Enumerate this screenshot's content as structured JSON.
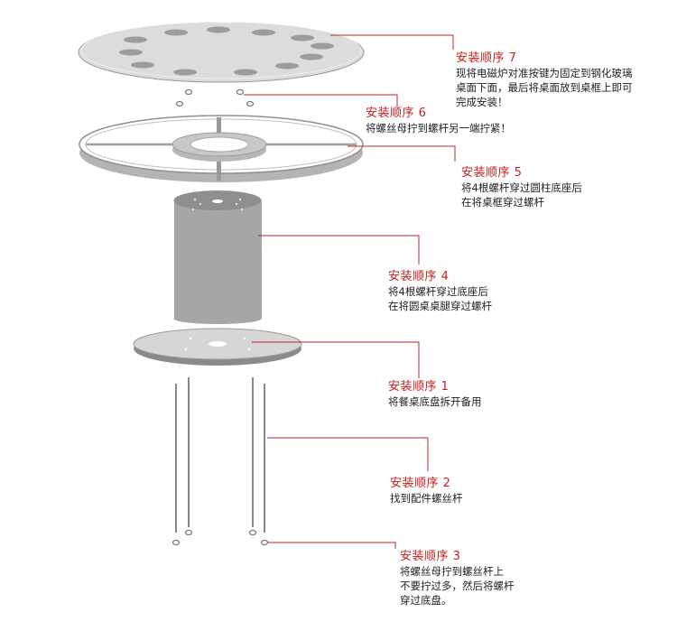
{
  "steps": [
    {
      "key": "s7",
      "title": "安装顺序 7",
      "body": "现将电磁炉对准按键为固定到钢化玻璃\n桌面下面，最后将桌面放到桌框上即可\n完成安装！"
    },
    {
      "key": "s6",
      "title": "安装顺序 6",
      "body": "将螺丝母拧到螺杆另一端拧紧！"
    },
    {
      "key": "s5",
      "title": "安装顺序 5",
      "body": "将4根螺杆穿过圆柱底座后\n在将桌框穿过螺杆"
    },
    {
      "key": "s4",
      "title": "安装顺序 4",
      "body": "将4根螺杆穿过底座后\n在将圆桌桌腿穿过螺杆"
    },
    {
      "key": "s1",
      "title": "安装顺序 1",
      "body": "将餐桌底盘拆开备用"
    },
    {
      "key": "s2",
      "title": "安装顺序 2",
      "body": "找到配件螺丝杆"
    },
    {
      "key": "s3",
      "title": "安装顺序 3",
      "body": "将螺丝母拧到螺丝杆上\n不要拧过多，然后将螺杆\n穿过底盘。"
    }
  ],
  "colors": {
    "accent": "#b3282d",
    "part_light": "#d8d8d8",
    "part_mid": "#a8a8a8",
    "part_dark": "#8e8e8e"
  }
}
